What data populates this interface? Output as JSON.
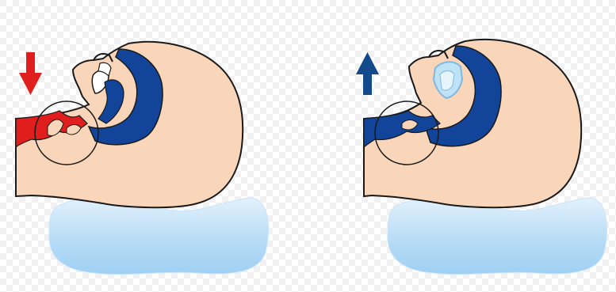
{
  "diagram": {
    "panels": [
      {
        "state": "airway-blocked",
        "arrow": {
          "direction": "down",
          "color": "#e01e1e"
        },
        "airway_color": "#e01e1e"
      },
      {
        "state": "airway-open",
        "arrow": {
          "direction": "up",
          "color": "#124a8c"
        },
        "airway_color": "#12449a"
      }
    ],
    "colors": {
      "skin": "#f9d6b9",
      "outline": "#1a1a1a",
      "inner_blue": "#12449a",
      "pillow_light": "#d9ecfa",
      "pillow_mid": "#a9d5f4",
      "mouthguard": "#bfe3f6"
    }
  }
}
